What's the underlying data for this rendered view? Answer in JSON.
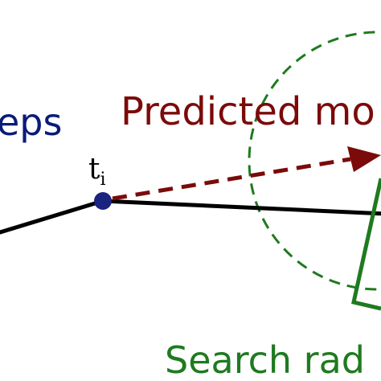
{
  "labels": {
    "steps_fragment": "eps",
    "time_point": "t",
    "time_subscript": "i",
    "predicted_fragment": "Predicted mo",
    "search_fragment": "Search rad"
  },
  "colors": {
    "steps_text": "#0b1b7a",
    "time_point": "#1a237e",
    "path": "#000000",
    "prediction": "#7b0a0a",
    "search": "#1f7a1f"
  }
}
